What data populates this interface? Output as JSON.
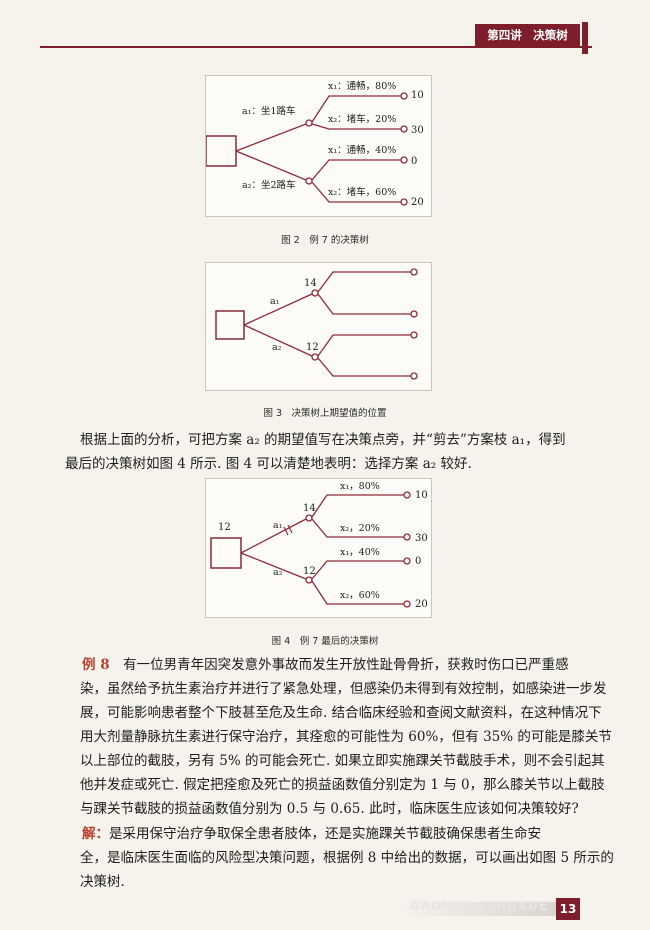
{
  "header": {
    "chapter": "第四讲　决策树"
  },
  "figures": {
    "fig2": {
      "caption": "图 2　例 7 的决策树",
      "a1": "a₁：坐1路车",
      "a2": "a₂：坐2路车",
      "b1": "x₁：通畅，80%",
      "b2": "x₂：堵车，20%",
      "b3": "x₁：通畅，40%",
      "b4": "x₂：堵车，60%",
      "o1": "10",
      "o2": "30",
      "o3": "0",
      "o4": "20"
    },
    "fig3": {
      "caption": "图 3　决策树上期望值的位置",
      "a1": "a₁",
      "a2": "a₂",
      "e1": "14",
      "e2": "12"
    },
    "fig4": {
      "caption": "图 4　例 7 最后的决策树",
      "decision": "12",
      "a1": "a₁",
      "a2": "a₂",
      "e1": "14",
      "e2": "12",
      "b1": "x₁，80%",
      "b2": "x₂，20%",
      "b3": "x₁，40%",
      "b4": "x₂，60%",
      "o1": "10",
      "o2": "30",
      "o3": "0",
      "o4": "20"
    }
  },
  "para1": [
    "根据上面的分析，可把方案 a₂ 的期望值写在决策点旁，并“剪去”方案枝 a₁，得到",
    "最后的决策树如图 4 所示. 图 4 可以清楚地表明：选择方案 a₂ 较好."
  ],
  "example8": {
    "label": "例 8",
    "lines": [
      "有一位男青年因突发意外事故而发生开放性趾骨骨折，获救时伤口已严重感",
      "染，虽然给予抗生素治疗并进行了紧急处理，但感染仍未得到有效控制，如感染进一步发",
      "展，可能影响患者整个下肢甚至危及生命. 结合临床经验和查阅文献资料，在这种情况下",
      "用大剂量静脉抗生素进行保守治疗，其痊愈的可能性为 60%，但有 35% 的可能是膝关节",
      "以上部位的截肢，另有 5% 的可能会死亡. 如果立即实施踝关节截肢手术，则不会引起其",
      "他并发症或死亡. 假定把痊愈及死亡的损益函数值分别定为 1 与 0，那么膝关节以上截肢",
      "与踝关节截肢的损益函数值分别为 0.5 与 0.65. 此时，临床医生应该如何决策较好?"
    ]
  },
  "solution": {
    "label": "解：",
    "lines": [
      "是采用保守治疗争取保全患者肢体，还是实施踝关节截肢确保患者生命安",
      "全，是临床医生面临的风险型决策问题，根据例 8 中给出的数据，可以画出如图 5 所示的",
      "决策树."
    ]
  },
  "footer": {
    "ghost": "GAOHONGSHUXUE",
    "page_number": "13"
  },
  "colors": {
    "accent": "#7d1e2a",
    "tree_line": "#8f2a35",
    "keyword": "#b8402e"
  }
}
